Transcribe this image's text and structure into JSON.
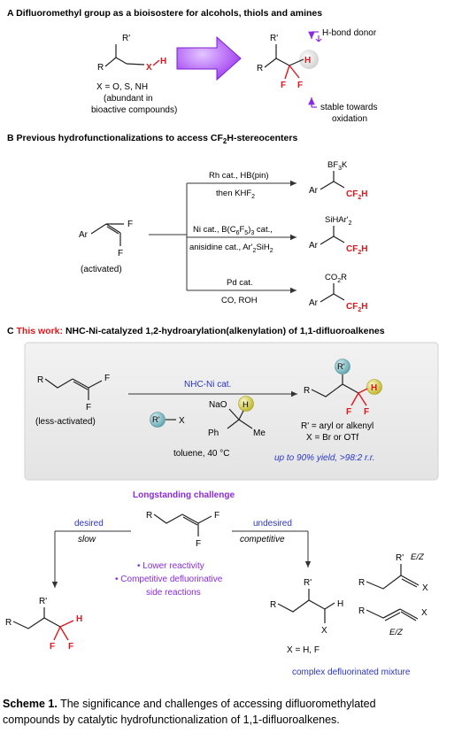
{
  "sectionA": {
    "letter": "A",
    "title": "Difluoromethyl group as a bioisostere for alcohols, thiols and amines",
    "left": {
      "Rp": "R'",
      "R": "R",
      "X": "X",
      "H": "H",
      "line1": "X = O, S, NH",
      "line2": "(abundant in",
      "line3": "bioactive compounds)"
    },
    "right": {
      "Rp": "R'",
      "R": "R",
      "H": "H",
      "F1": "F",
      "F2": "F",
      "donor": "H-bond donor",
      "stable1": "stable towards",
      "stable2": "oxidation"
    }
  },
  "sectionB": {
    "letter": "B",
    "title_pre": "Previous hydrofunctionalizations to access CF",
    "title_sub": "2",
    "title_post": "H-stereocenters",
    "substrate": {
      "Ar": "Ar",
      "F1": "F",
      "F2": "F",
      "note": "(activated)"
    },
    "rxn1": {
      "top": "Rh cat., HB(pin)",
      "bottom_pre": "then KHF",
      "bottom_sub": "2",
      "group": "BF",
      "group_sub": "3",
      "group_post": "K",
      "Ar": "Ar",
      "cf": "CF",
      "cf_sub": "2",
      "cf_post": "H"
    },
    "rxn2": {
      "top_pre": "Ni cat., B(C",
      "top_s1": "6",
      "top_mid": "F",
      "top_s2": "5",
      "top_post": ")",
      "top_s3": "3",
      "top_end": " cat.,",
      "bottom_pre": "anisidine cat., Ar'",
      "bottom_s1": "2",
      "bottom_mid": "SiH",
      "bottom_s2": "2",
      "group": "SiHAr'",
      "group_sub": "2",
      "Ar": "Ar",
      "cf": "CF",
      "cf_sub": "2",
      "cf_post": "H"
    },
    "rxn3": {
      "top": "Pd cat.",
      "bottom": "CO, ROH",
      "group": "CO",
      "group_sub": "2",
      "group_post": "R",
      "Ar": "Ar",
      "cf": "CF",
      "cf_sub": "2",
      "cf_post": "H"
    }
  },
  "sectionC": {
    "letter": "C",
    "this_work": "This work:",
    "title": "NHC-Ni-catalyzed 1,2-hydroarylation(alkenylation) of 1,1-difluoroalkenes",
    "substrate": {
      "R": "R",
      "F1": "F",
      "F2": "F",
      "note": "(less-activated)"
    },
    "catalyst": "NHC-Ni cat.",
    "reagent": {
      "Rp": "R'",
      "X": "X"
    },
    "alkoxide": {
      "NaO": "NaO",
      "H": "H",
      "Ph": "Ph",
      "Me": "Me"
    },
    "conditions": "toluene, 40 °C",
    "product": {
      "Rp": "R'",
      "R": "R",
      "H": "H",
      "F1": "F",
      "F2": "F",
      "line1": "R' = aryl or alkenyl",
      "line2": "X = Br or OTf",
      "line3": "up to 90% yield, >98:2 r.r."
    }
  },
  "challenge": {
    "title": "Longstanding challenge",
    "desired": "desired",
    "slow": "slow",
    "undesired": "undesired",
    "competitive": "competitive",
    "substrate": {
      "R": "R",
      "F1": "F",
      "F2": "F"
    },
    "bullet1": "• Lower reactivity",
    "bullet2": "• Competitive defluorinative",
    "bullet3": "side reactions",
    "desired_product": {
      "Rp": "R'",
      "R": "R",
      "H": "H",
      "F1": "F",
      "F2": "F"
    },
    "side1": {
      "Rp": "R'",
      "R": "R",
      "H": "H",
      "X": "X",
      "note": "X = H, F"
    },
    "side2": {
      "Rp": "R'",
      "R": "R",
      "X": "X",
      "ez": "E/Z"
    },
    "side3": {
      "R": "R",
      "X": "X",
      "ez": "E/Z"
    },
    "mixture": "complex defluorinated mixture"
  },
  "caption": {
    "label": "Scheme 1.",
    "line1": " The significance and challenges of accessing difluoromethylated",
    "line2": "compounds by catalytic hydrofunctionalization of 1,1-difluoroalkenes."
  },
  "colors": {
    "red": "#e0161b",
    "blue": "#2a35c7",
    "purple": "#8a2be2",
    "arrow": "#9b30f0",
    "box": "#ececec",
    "sphere_teal": "#7fb8bf",
    "sphere_yellow": "#d8d24a"
  }
}
